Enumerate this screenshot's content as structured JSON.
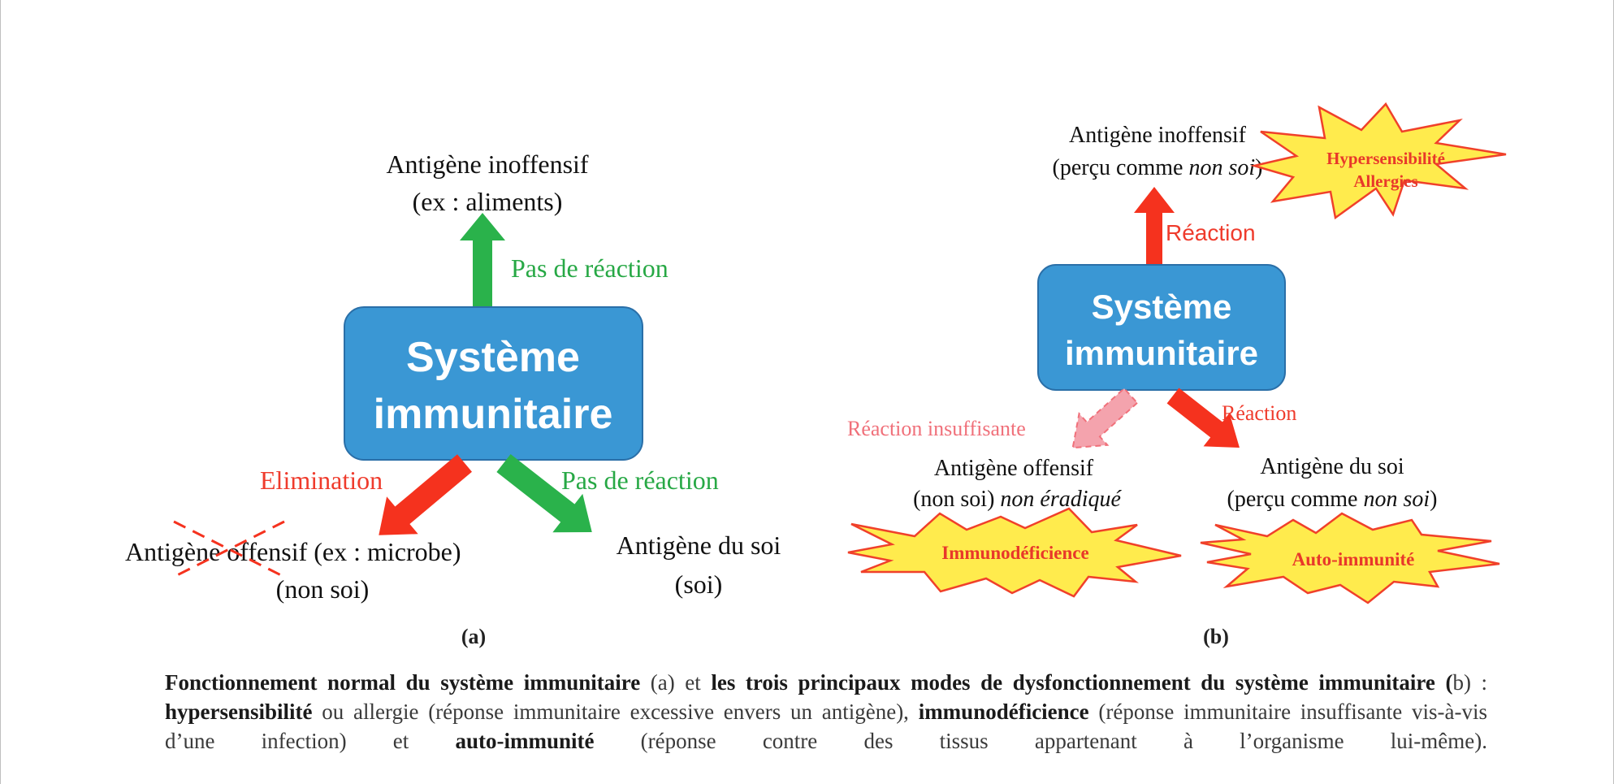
{
  "colors": {
    "box_blue": "#3a97d4",
    "box_border": "#2a6fa8",
    "green": "#2ab24b",
    "green_text": "#27a845",
    "red": "#f5321e",
    "red_text": "#ef3b2c",
    "pink_text": "#f0707a",
    "pink_fill": "#f4a3ad",
    "star_fill": "#ffeb4d",
    "star_stroke": "#f0402a",
    "caption_text": "#3a3a3a"
  },
  "panel_a": {
    "system_line1": "Système",
    "system_line2": "immunitaire",
    "top_antigen_line1": "Antigène inoffensif",
    "top_antigen_line2": "(ex : aliments)",
    "top_arrow_label": "Pas de réaction",
    "left_arrow_label": "Elimination",
    "right_arrow_label": "Pas de réaction",
    "left_antigen_line1": "Antigène offensif (ex : microbe)",
    "left_antigen_line2": "(non soi)",
    "right_antigen_line1": "Antigène du soi",
    "right_antigen_line2": "(soi)",
    "panel_label": "(a)"
  },
  "panel_b": {
    "system_line1": "Système",
    "system_line2": "immunitaire",
    "top_antigen_line1": "Antigène inoffensif",
    "top_antigen_line2_plain": "(perçu comme ",
    "top_antigen_line2_italic": "non soi",
    "top_antigen_line2_end": ")",
    "top_arrow_label": "Réaction",
    "star_top_line1": "Hypersensibilité",
    "star_top_line2": "Allergies",
    "left_arrow_label": "Réaction insuffisante",
    "right_arrow_label": "Réaction",
    "left_antigen_line1": "Antigène offensif",
    "left_antigen_line2_plain": "(non soi) ",
    "left_antigen_line2_italic": "non éradiqué",
    "right_antigen_line1": "Antigène du soi",
    "right_antigen_line2_plain": "(perçu comme ",
    "right_antigen_line2_italic": "non soi",
    "right_antigen_line2_end": ")",
    "star_left": "Immunodéficience",
    "star_right": "Auto-immunité",
    "panel_label": "(b)"
  },
  "caption": {
    "b1": "Fonctionnement normal du système immunitaire",
    "t1": " (a) et ",
    "b2": "les trois principaux modes de dysfonctionnement du système immunitaire (",
    "t2": "b) : ",
    "b3": "hypersensibilité",
    "t3": " ou allergie (réponse immunitaire excessive envers un antigène), ",
    "b4": "immunodéficience",
    "t4": " (réponse immunitaire insuffisante vis-à-vis d’une infection) et ",
    "b5": "auto-immunité",
    "t5": " (réponse contre des tissus appartenant à l’organisme lui-même)."
  }
}
